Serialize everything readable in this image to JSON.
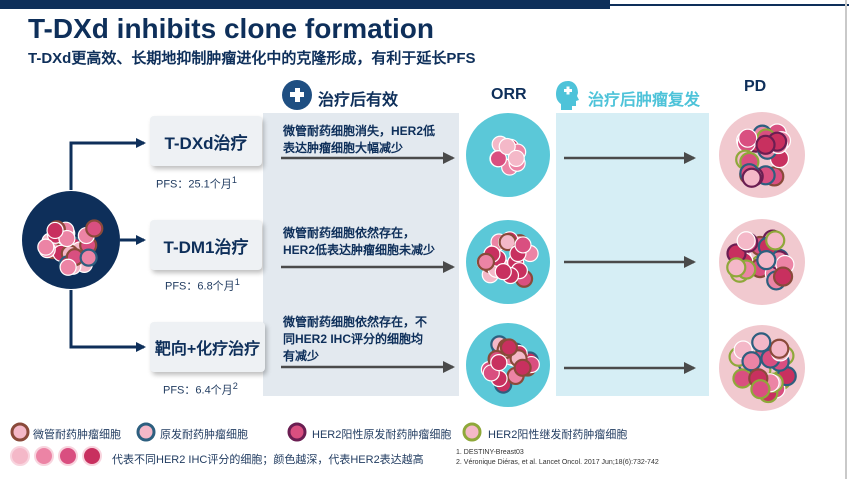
{
  "title": "T-DXd inhibits clone formation",
  "subtitle": "T-DXd更高效、长期地抑制肿瘤进化中的克隆形成，有利于延长PFS",
  "headers": {
    "effect": "治疗后有效",
    "orr": "ORR",
    "relapse": "治疗后肿瘤复发",
    "pd": "PD"
  },
  "treatments": [
    {
      "label": "T-DXd治疗",
      "pfs": "PFS：25.1个月",
      "pfs_ref": "1",
      "effect": "微管耐药细胞消失，HER2低表达肿瘤细胞大幅减少"
    },
    {
      "label": "T-DM1治疗",
      "pfs": "PFS：6.8个月",
      "pfs_ref": "1",
      "effect": "微管耐药细胞依然存在，HER2低表达肿瘤细胞未减少"
    },
    {
      "label": "靶向+化疗治疗",
      "pfs": "PFS：6.4个月",
      "pfs_ref": "2",
      "effect": "微管耐药细胞依然存在，不同HER2 IHC评分的细胞均有减少"
    }
  ],
  "legend": {
    "items": [
      "微管耐药肿瘤细胞",
      "原发耐药肿瘤细胞",
      "HER2阳性原发耐药肿瘤细胞",
      "HER2阳性继发耐药肿瘤细胞"
    ],
    "gradient_text": "代表不同HER2 IHC评分的细胞；颜色越深，代表HER2表达越高"
  },
  "references": [
    "1.    DESTINY-Breast03",
    "2.    Véronique Diéras, et al. Lancet Oncol. 2017 Jun;18(6):732-742"
  ],
  "colors": {
    "navy": "#0e2f5a",
    "cyan_text": "#4ec3d9",
    "dish": "#5bc8d8",
    "pd_dish": "#f1c9cf",
    "cell_light": "#f4b8c8",
    "cell_mid": "#ec84a5",
    "cell_dark": "#d94f80",
    "cell_deep": "#c8305f",
    "microtubule_ring": "#8a4a3a",
    "primary_ring": "#2d5f7f",
    "her2_primary_ring": "#6b1e52",
    "her2_secondary_ring": "#8fa83a"
  },
  "icons": {
    "effect": "plus-circle-icon",
    "relapse": "head-plus-icon"
  }
}
